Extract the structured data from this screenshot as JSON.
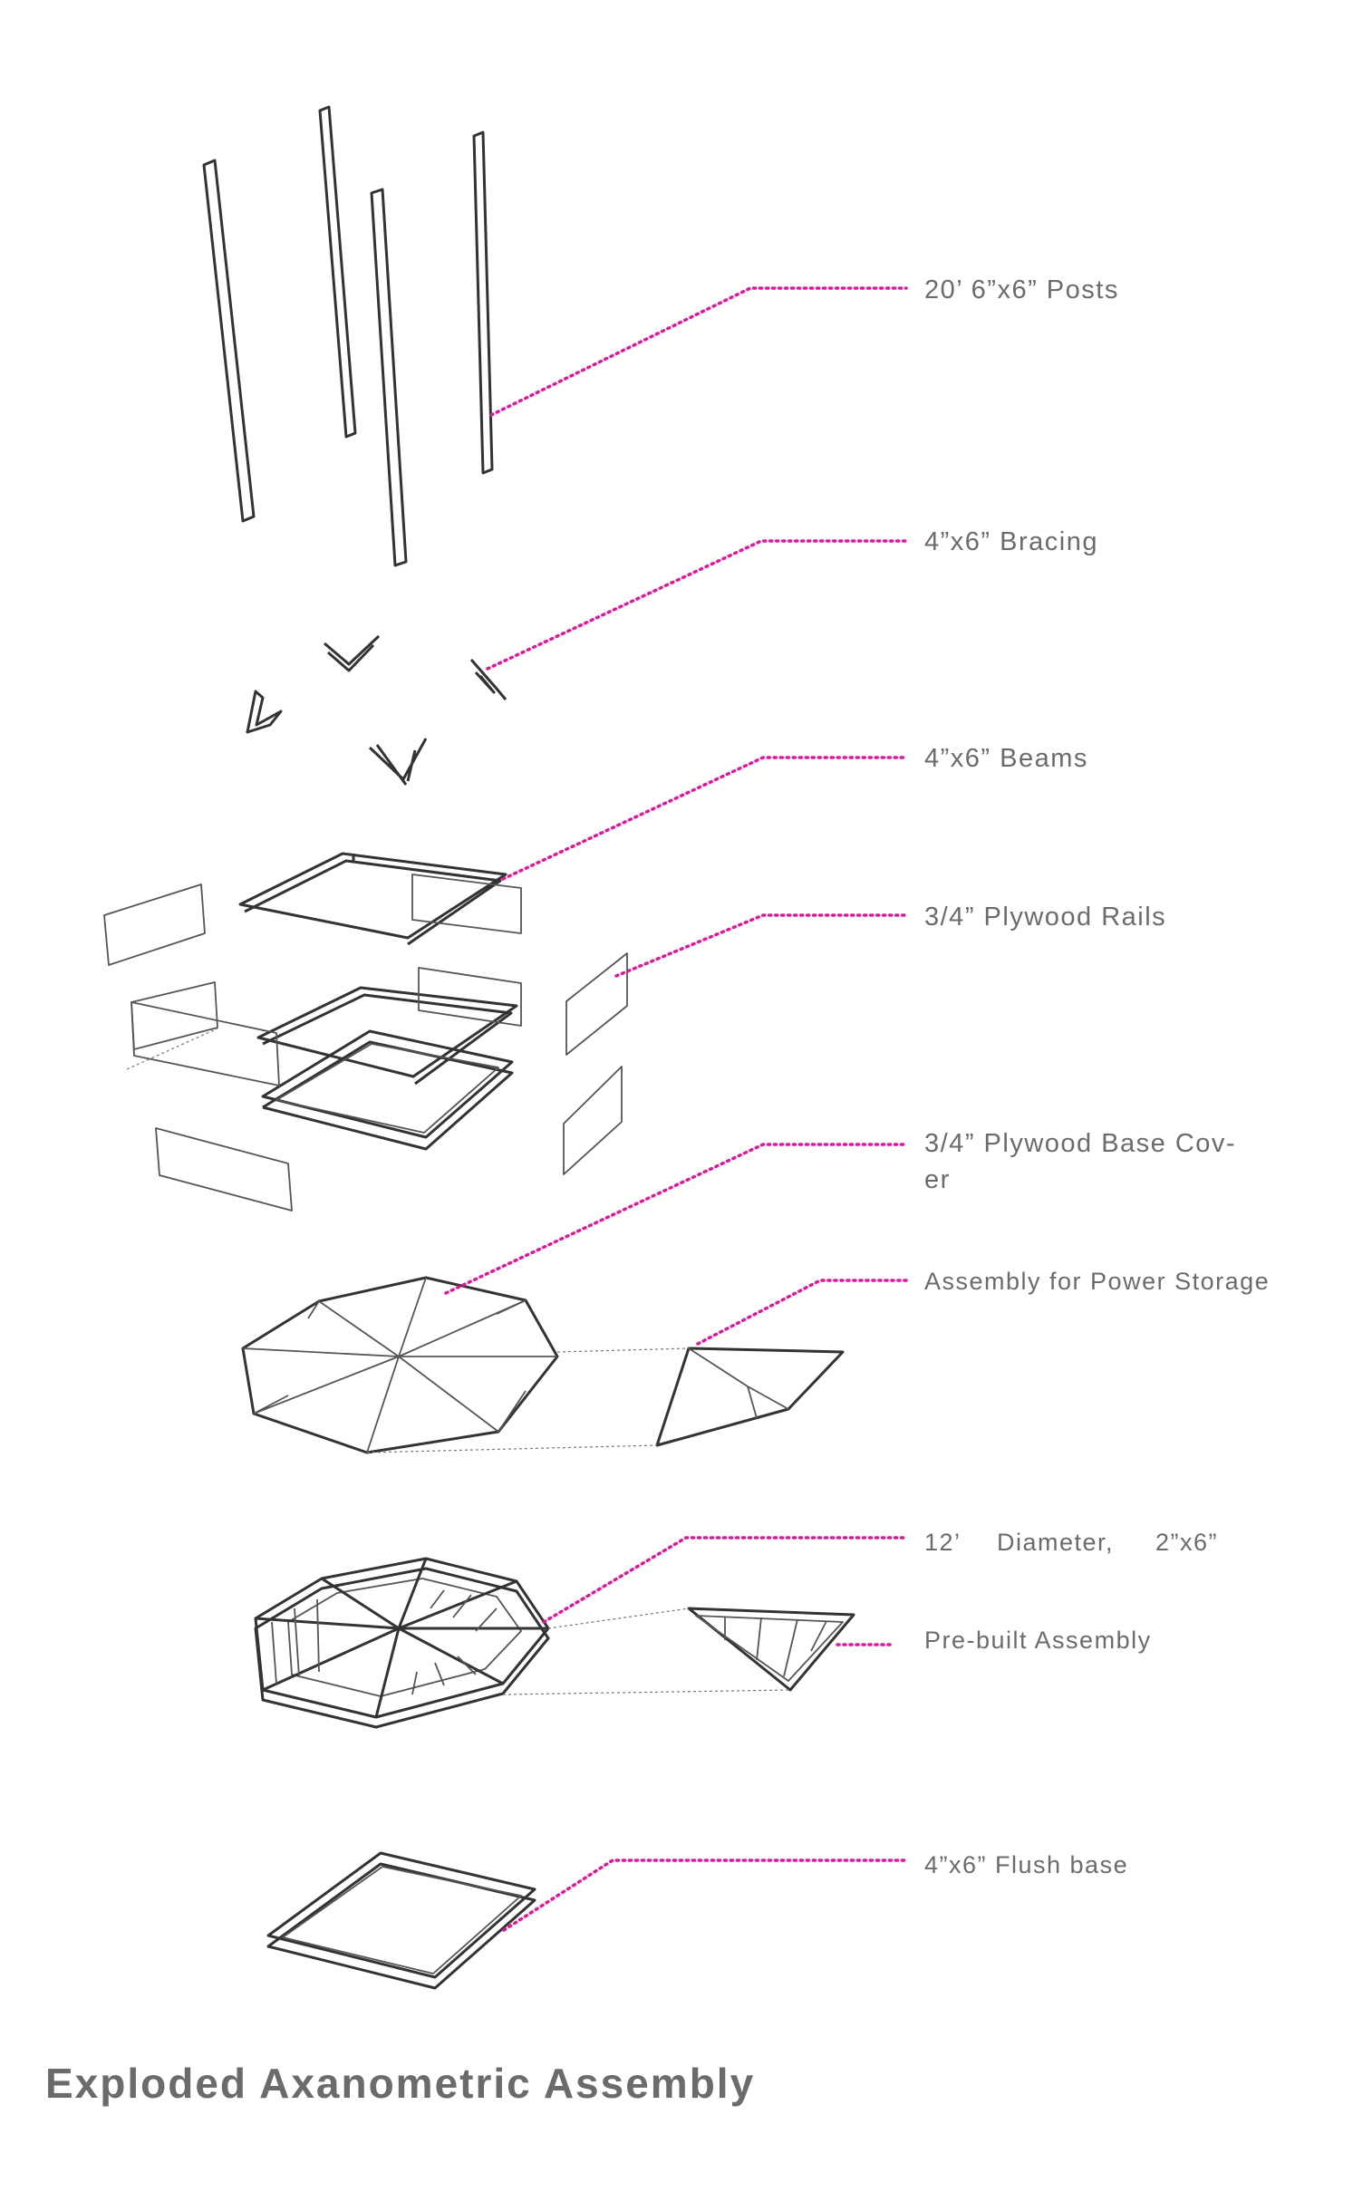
{
  "title": "Exploded Axanometric Assembly",
  "colors": {
    "leader": "#e6149b",
    "label": "#6b6b6b",
    "title": "#6b6b6b",
    "linework": "#333333"
  },
  "labels": [
    {
      "id": "posts",
      "text": "20’ 6”x6” Posts"
    },
    {
      "id": "bracing",
      "text": "4”x6” Bracing"
    },
    {
      "id": "beams",
      "text": "4”x6” Beams"
    },
    {
      "id": "rails",
      "text": "3/4” Plywood Rails"
    },
    {
      "id": "basecover-1",
      "text": "3/4” Plywood Base Cov-"
    },
    {
      "id": "basecover-2",
      "text": "er"
    },
    {
      "id": "power",
      "text": "Assembly for Power Storage"
    },
    {
      "id": "diameter-1",
      "text": "12’"
    },
    {
      "id": "diameter-2",
      "text": "Diameter,"
    },
    {
      "id": "diameter-3",
      "text": "2”x6”"
    },
    {
      "id": "prebuilt",
      "text": "Pre-built Assembly"
    },
    {
      "id": "flush",
      "text": "4”x6” Flush base"
    }
  ]
}
